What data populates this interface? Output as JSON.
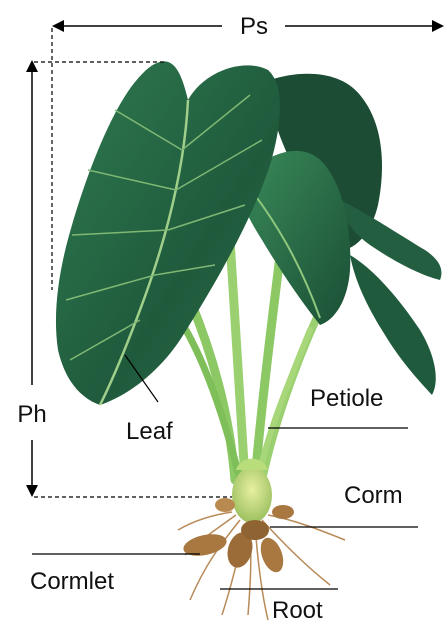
{
  "labels": {
    "spread": "Ps",
    "height": "Ph",
    "leaf": "Leaf",
    "petiole": "Petiole",
    "corm": "Corm",
    "cormlet": "Cormlet",
    "root": "Root"
  },
  "colors": {
    "leaf_dark": "#1f5a3c",
    "leaf_mid": "#2f7a50",
    "leaf_light": "#4f9a63",
    "vein": "#9fcf8a",
    "petiole": "#a8d77a",
    "corm": "#c8d870",
    "cormlet": "#a87840",
    "root": "#b88a58"
  }
}
